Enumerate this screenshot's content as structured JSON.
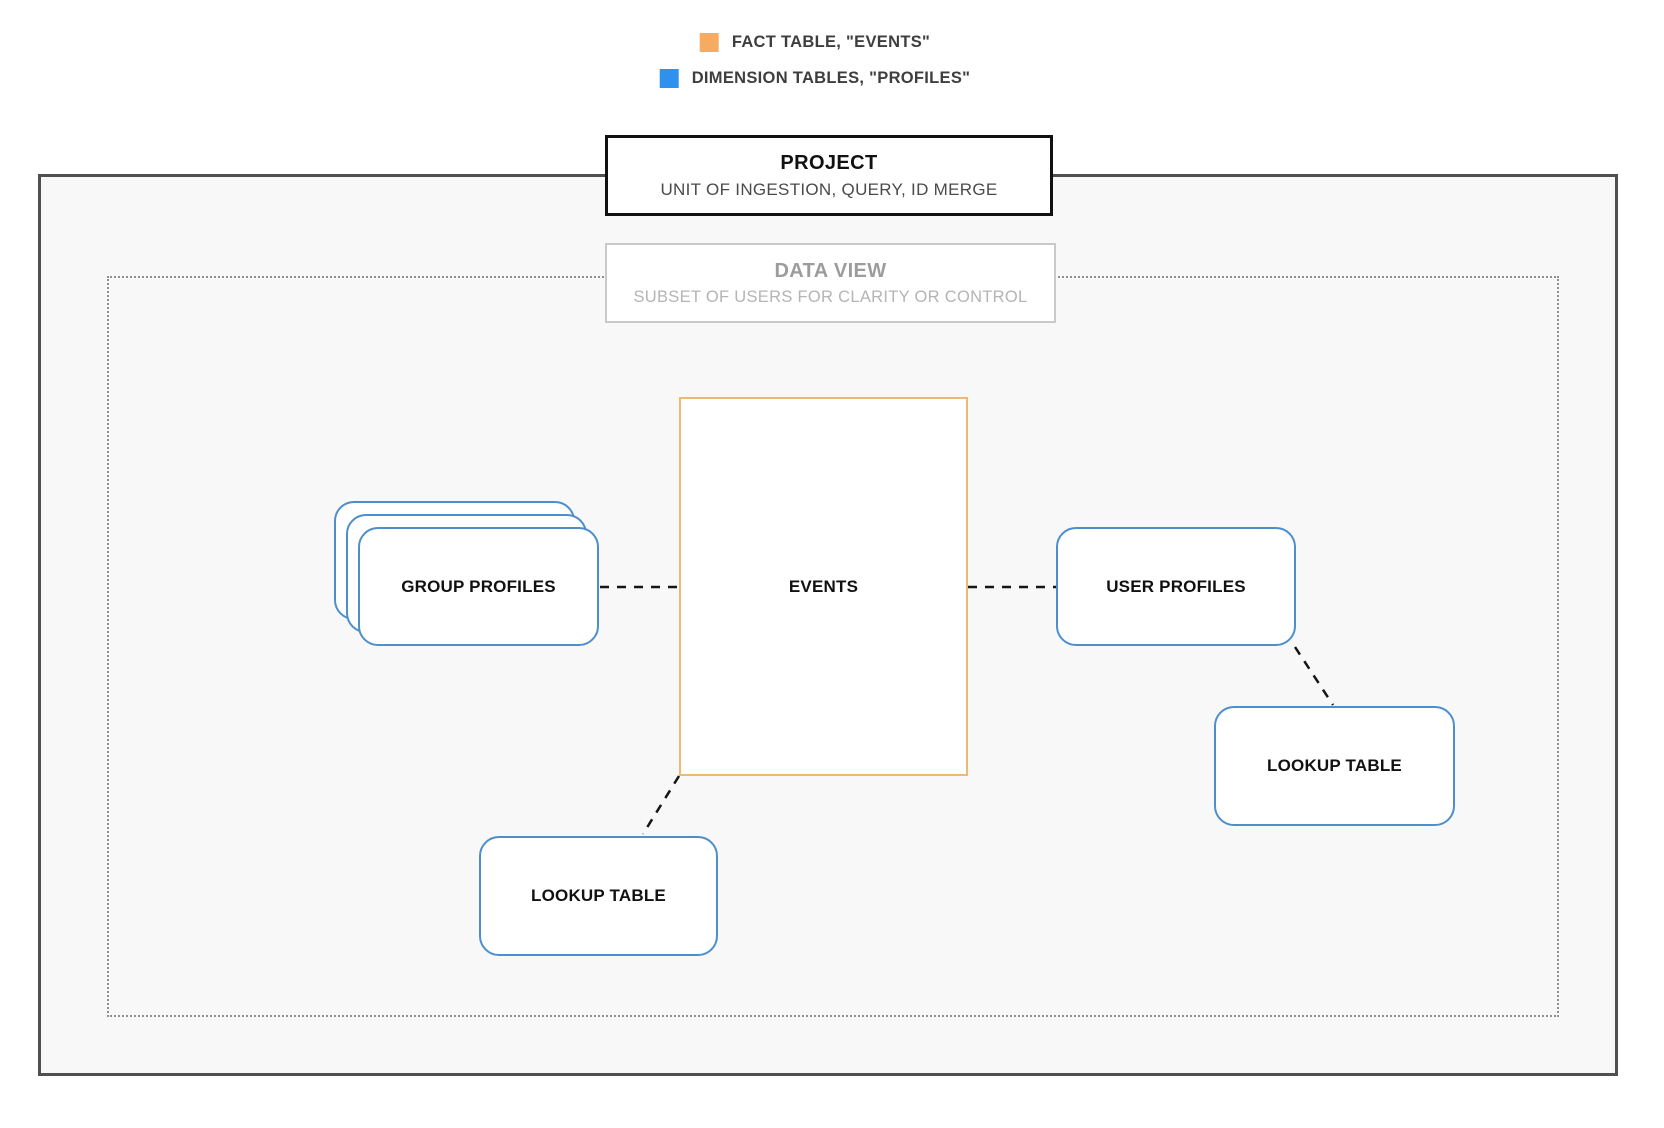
{
  "legend": {
    "items": [
      {
        "name": "fact-table",
        "label": "FACT TABLE, \"EVENTS\"",
        "color": "#f5ab60"
      },
      {
        "name": "dimension-tables",
        "label": "DIMENSION TABLES, \"PROFILES\"",
        "color": "#2f91ee"
      }
    ]
  },
  "project": {
    "title": "PROJECT",
    "subtitle": "UNIT OF INGESTION, QUERY, ID MERGE"
  },
  "data_view": {
    "title": "DATA VIEW",
    "subtitle": "SUBSET OF USERS FOR CLARITY OR CONTROL"
  },
  "nodes": {
    "events": {
      "label": "EVENTS",
      "category": "fact"
    },
    "group_profiles": {
      "label": "GROUP PROFILES",
      "category": "dimension",
      "stacked": true
    },
    "user_profiles": {
      "label": "USER PROFILES",
      "category": "dimension"
    },
    "lookup_table_bottom": {
      "label": "LOOKUP TABLE",
      "category": "dimension"
    },
    "lookup_table_right": {
      "label": "LOOKUP TABLE",
      "category": "dimension"
    }
  },
  "edges": [
    {
      "from": "group_profiles",
      "to": "events",
      "style": "dashed"
    },
    {
      "from": "events",
      "to": "user_profiles",
      "style": "dashed"
    },
    {
      "from": "user_profiles",
      "to": "lookup_table_right",
      "style": "dashed"
    },
    {
      "from": "events",
      "to": "lookup_table_bottom",
      "style": "dashed"
    }
  ],
  "colors": {
    "fact_accent": "#f5ab60",
    "fact_border": "#ecba74",
    "dimension_accent": "#2f91ee",
    "dimension_border": "#4d8fcc",
    "connector": "#151515",
    "project_border": "#111111",
    "data_view_border": "#c9c9c9",
    "container_border": "#4f4f4f",
    "container_background": "#f8f8f8"
  }
}
